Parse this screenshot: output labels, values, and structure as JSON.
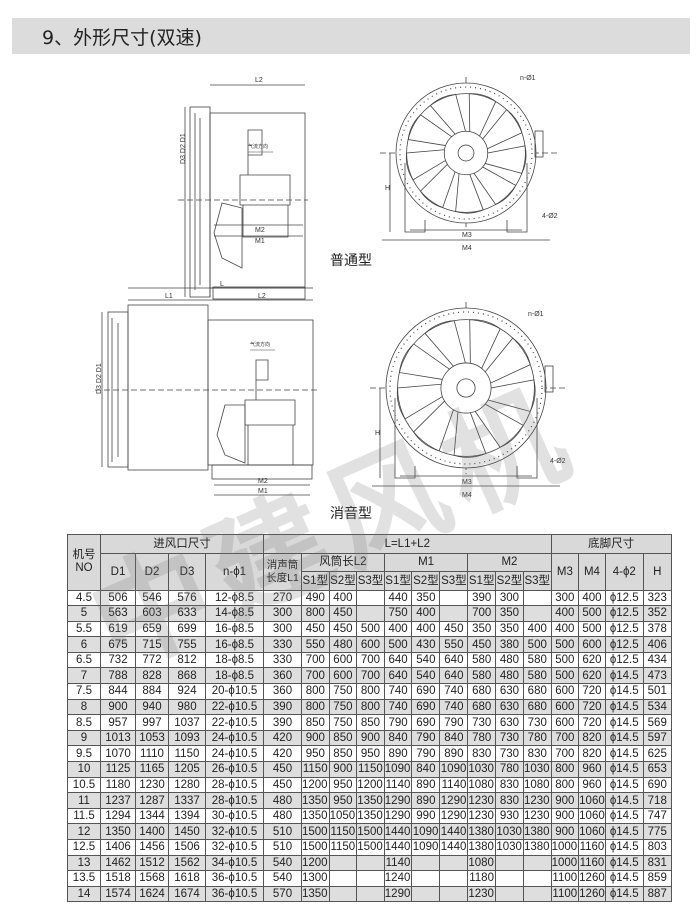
{
  "header": {
    "title": "9、外形尺寸(双速)"
  },
  "drawings": {
    "standard": {
      "caption": "普通型",
      "labels": {
        "l2": "L2",
        "d": "D3 D2 D1",
        "m2": "M2",
        "m1": "M1",
        "m3": "M3",
        "m4": "M4",
        "h": "H",
        "holes": "n-Ø1",
        "feet": "4-Ø2",
        "airflow": "气流方向"
      }
    },
    "silencer": {
      "caption": "消音型",
      "labels": {
        "l": "L",
        "l1": "L1",
        "l2": "L2",
        "d": "D3 D2 D1",
        "m2": "M2",
        "m1": "M1",
        "m3": "M3",
        "m4": "M4",
        "h": "H",
        "holes": "n-Ø1",
        "feet": "4-Ø2",
        "airflow": "气流方向"
      }
    }
  },
  "watermark": "中建风机",
  "table": {
    "h_no": "机号 NO",
    "h_inlet": "进风口尺寸",
    "h_L": "L=L1+L2",
    "h_base": "底脚尺寸",
    "h_d1": "D1",
    "h_d2": "D2",
    "h_d3": "D3",
    "h_nphi1": "n-ϕ1",
    "h_l1": "消声筒长度L1",
    "h_l2": "风筒长L2",
    "h_m1": "M1",
    "h_m2": "M2",
    "h_m3": "M3",
    "h_m4": "M4",
    "h_phi2": "4-ϕ2",
    "h_h": "H",
    "s1": "S1型",
    "s2": "S2型",
    "s3": "S3型",
    "rows": [
      [
        "4.5",
        "506",
        "546",
        "576",
        "12-ϕ8.5",
        "270",
        "490",
        "400",
        "",
        "440",
        "350",
        "",
        "390",
        "300",
        "",
        "300",
        "400",
        "ϕ12.5",
        "323"
      ],
      [
        "5",
        "563",
        "603",
        "633",
        "14-ϕ8.5",
        "300",
        "800",
        "450",
        "",
        "750",
        "400",
        "",
        "700",
        "350",
        "",
        "400",
        "500",
        "ϕ12.5",
        "352"
      ],
      [
        "5.5",
        "619",
        "659",
        "699",
        "16-ϕ8.5",
        "300",
        "450",
        "450",
        "500",
        "400",
        "400",
        "450",
        "350",
        "350",
        "400",
        "400",
        "500",
        "ϕ12.5",
        "378"
      ],
      [
        "6",
        "675",
        "715",
        "755",
        "16-ϕ8.5",
        "330",
        "550",
        "480",
        "600",
        "500",
        "430",
        "550",
        "450",
        "380",
        "500",
        "500",
        "600",
        "ϕ12.5",
        "406"
      ],
      [
        "6.5",
        "732",
        "772",
        "812",
        "18-ϕ8.5",
        "330",
        "700",
        "600",
        "700",
        "640",
        "540",
        "640",
        "580",
        "480",
        "580",
        "500",
        "620",
        "ϕ12.5",
        "434"
      ],
      [
        "7",
        "788",
        "828",
        "868",
        "18-ϕ8.5",
        "360",
        "700",
        "600",
        "700",
        "640",
        "540",
        "640",
        "580",
        "480",
        "580",
        "500",
        "620",
        "ϕ14.5",
        "473"
      ],
      [
        "7.5",
        "844",
        "884",
        "924",
        "20-ϕ10.5",
        "360",
        "800",
        "750",
        "800",
        "740",
        "690",
        "740",
        "680",
        "630",
        "680",
        "600",
        "720",
        "ϕ14.5",
        "501"
      ],
      [
        "8",
        "900",
        "940",
        "980",
        "22-ϕ10.5",
        "390",
        "800",
        "750",
        "800",
        "740",
        "690",
        "740",
        "680",
        "630",
        "680",
        "600",
        "720",
        "ϕ14.5",
        "534"
      ],
      [
        "8.5",
        "957",
        "997",
        "1037",
        "22-ϕ10.5",
        "390",
        "850",
        "750",
        "850",
        "790",
        "690",
        "790",
        "730",
        "630",
        "730",
        "600",
        "720",
        "ϕ14.5",
        "569"
      ],
      [
        "9",
        "1013",
        "1053",
        "1093",
        "24-ϕ10.5",
        "420",
        "900",
        "850",
        "900",
        "840",
        "790",
        "840",
        "780",
        "730",
        "780",
        "700",
        "820",
        "ϕ14.5",
        "597"
      ],
      [
        "9.5",
        "1070",
        "1110",
        "1150",
        "24-ϕ10.5",
        "420",
        "950",
        "850",
        "950",
        "890",
        "790",
        "890",
        "830",
        "730",
        "830",
        "700",
        "820",
        "ϕ14.5",
        "625"
      ],
      [
        "10",
        "1125",
        "1165",
        "1205",
        "26-ϕ10.5",
        "450",
        "1150",
        "900",
        "1150",
        "1090",
        "840",
        "1090",
        "1030",
        "780",
        "1030",
        "800",
        "960",
        "ϕ14.5",
        "653"
      ],
      [
        "10.5",
        "1180",
        "1230",
        "1280",
        "28-ϕ10.5",
        "450",
        "1200",
        "950",
        "1200",
        "1140",
        "890",
        "1140",
        "1080",
        "830",
        "1080",
        "800",
        "960",
        "ϕ14.5",
        "690"
      ],
      [
        "11",
        "1237",
        "1287",
        "1337",
        "28-ϕ10.5",
        "480",
        "1350",
        "950",
        "1350",
        "1290",
        "890",
        "1290",
        "1230",
        "830",
        "1230",
        "900",
        "1060",
        "ϕ14.5",
        "718"
      ],
      [
        "11.5",
        "1294",
        "1344",
        "1394",
        "30-ϕ10.5",
        "480",
        "1350",
        "1050",
        "1350",
        "1290",
        "990",
        "1290",
        "1230",
        "930",
        "1230",
        "900",
        "1060",
        "ϕ14.5",
        "747"
      ],
      [
        "12",
        "1350",
        "1400",
        "1450",
        "32-ϕ10.5",
        "510",
        "1500",
        "1150",
        "1500",
        "1440",
        "1090",
        "1440",
        "1380",
        "1030",
        "1380",
        "900",
        "1060",
        "ϕ14.5",
        "775"
      ],
      [
        "12.5",
        "1406",
        "1456",
        "1506",
        "32-ϕ10.5",
        "510",
        "1500",
        "1150",
        "1500",
        "1440",
        "1090",
        "1440",
        "1380",
        "1030",
        "1380",
        "1000",
        "1160",
        "ϕ14.5",
        "803"
      ],
      [
        "13",
        "1462",
        "1512",
        "1562",
        "34-ϕ10.5",
        "540",
        "1200",
        "",
        "",
        "1140",
        "",
        "",
        "1080",
        "",
        "",
        "1000",
        "1160",
        "ϕ14.5",
        "831"
      ],
      [
        "13.5",
        "1518",
        "1568",
        "1618",
        "36-ϕ10.5",
        "540",
        "1300",
        "",
        "",
        "1240",
        "",
        "",
        "1180",
        "",
        "",
        "1100",
        "1260",
        "ϕ14.5",
        "859"
      ],
      [
        "14",
        "1574",
        "1624",
        "1674",
        "36-ϕ10.5",
        "570",
        "1350",
        "",
        "",
        "1290",
        "",
        "",
        "1230",
        "",
        "",
        "1100",
        "1260",
        "ϕ14.5",
        "887"
      ]
    ]
  }
}
